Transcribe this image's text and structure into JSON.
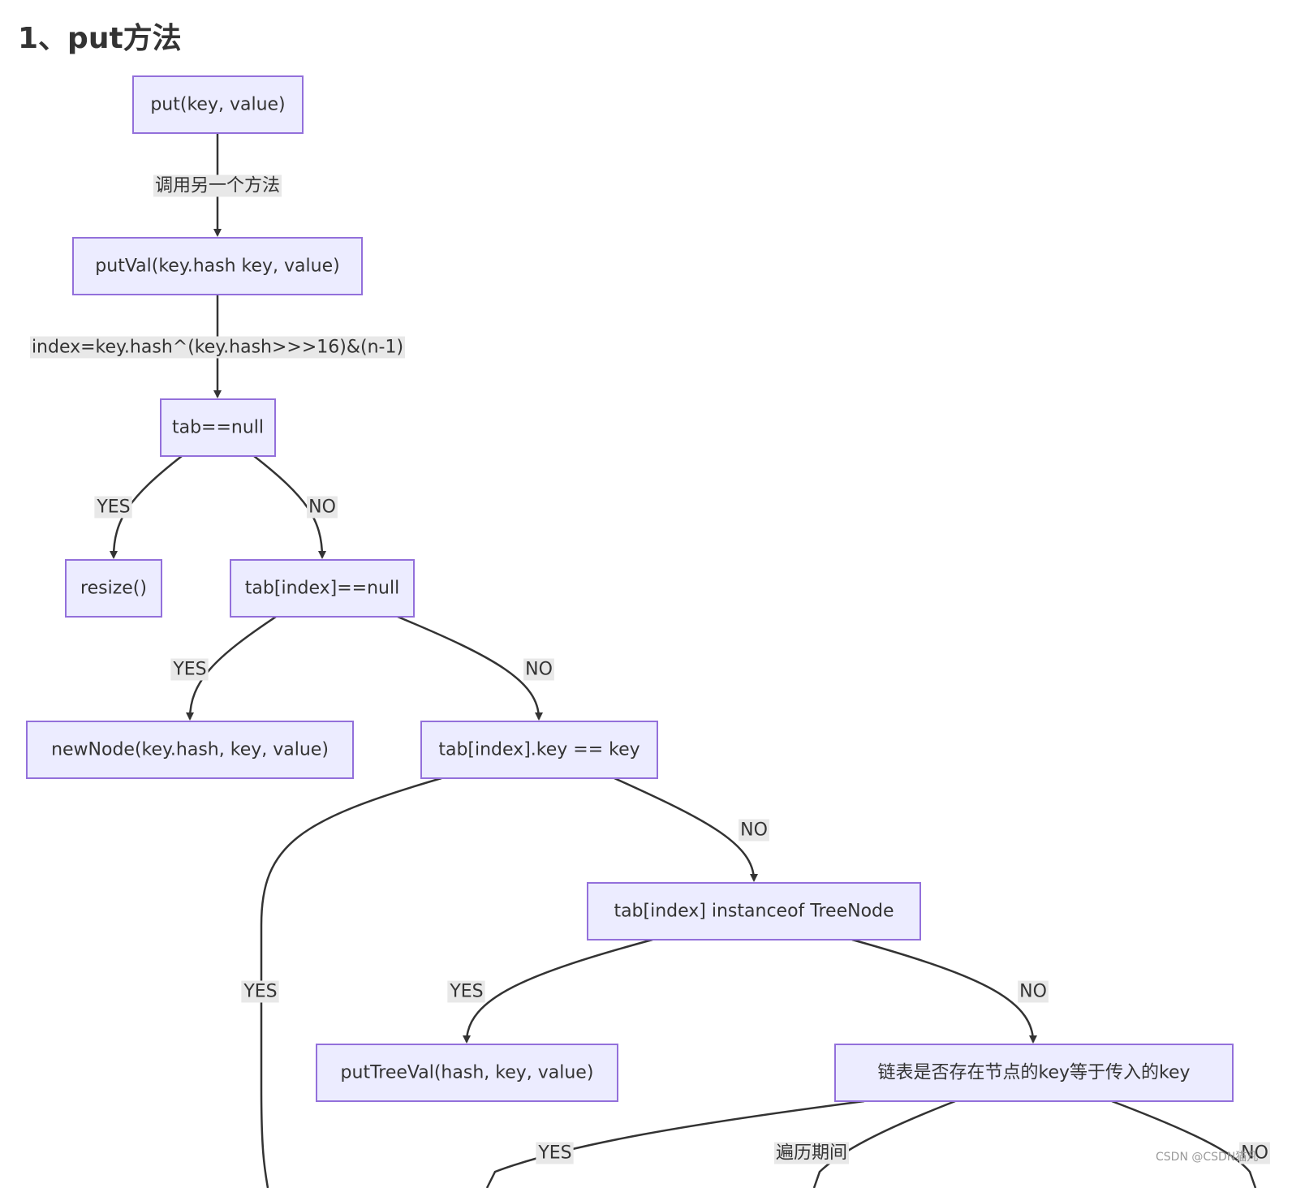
{
  "heading": "1、put方法",
  "watermark": "CSDN @CSDN猫凡",
  "diagram": {
    "nodes": [
      {
        "id": "put",
        "label": "put(key, value)"
      },
      {
        "id": "putVal",
        "label": "putVal(key.hash key, value)"
      },
      {
        "id": "tabNull",
        "label": "tab==null"
      },
      {
        "id": "resize",
        "label": "resize()"
      },
      {
        "id": "tabIndexNull",
        "label": "tab[index]==null"
      },
      {
        "id": "newNode",
        "label": "newNode(key.hash, key, value)"
      },
      {
        "id": "keyEq",
        "label": "tab[index].key == key"
      },
      {
        "id": "treeNode",
        "label": "tab[index] instanceof TreeNode"
      },
      {
        "id": "putTreeVal",
        "label": "putTreeVal(hash, key, value)"
      },
      {
        "id": "listKey",
        "label": "链表是否存在节点的key等于传入的key"
      }
    ],
    "edges": [
      {
        "from": "put",
        "to": "putVal",
        "label": "调用另一个方法"
      },
      {
        "from": "putVal",
        "to": "tabNull",
        "label": "index=key.hash^(key.hash>>>16)&(n-1)"
      },
      {
        "from": "tabNull",
        "to": "resize",
        "label": "YES"
      },
      {
        "from": "tabNull",
        "to": "tabIndexNull",
        "label": "NO"
      },
      {
        "from": "tabIndexNull",
        "to": "newNode",
        "label": "YES"
      },
      {
        "from": "tabIndexNull",
        "to": "keyEq",
        "label": "NO"
      },
      {
        "from": "keyEq",
        "to": "offscreen-left",
        "label": "YES"
      },
      {
        "from": "keyEq",
        "to": "treeNode",
        "label": "NO"
      },
      {
        "from": "treeNode",
        "to": "putTreeVal",
        "label": "YES"
      },
      {
        "from": "treeNode",
        "to": "listKey",
        "label": "NO"
      },
      {
        "from": "listKey",
        "to": "offscreen-bottom-left",
        "label": "YES"
      },
      {
        "from": "listKey",
        "to": "offscreen-bottom",
        "label": "遍历期间"
      },
      {
        "from": "listKey",
        "to": "offscreen-bottom-right",
        "label": "NO"
      }
    ]
  }
}
